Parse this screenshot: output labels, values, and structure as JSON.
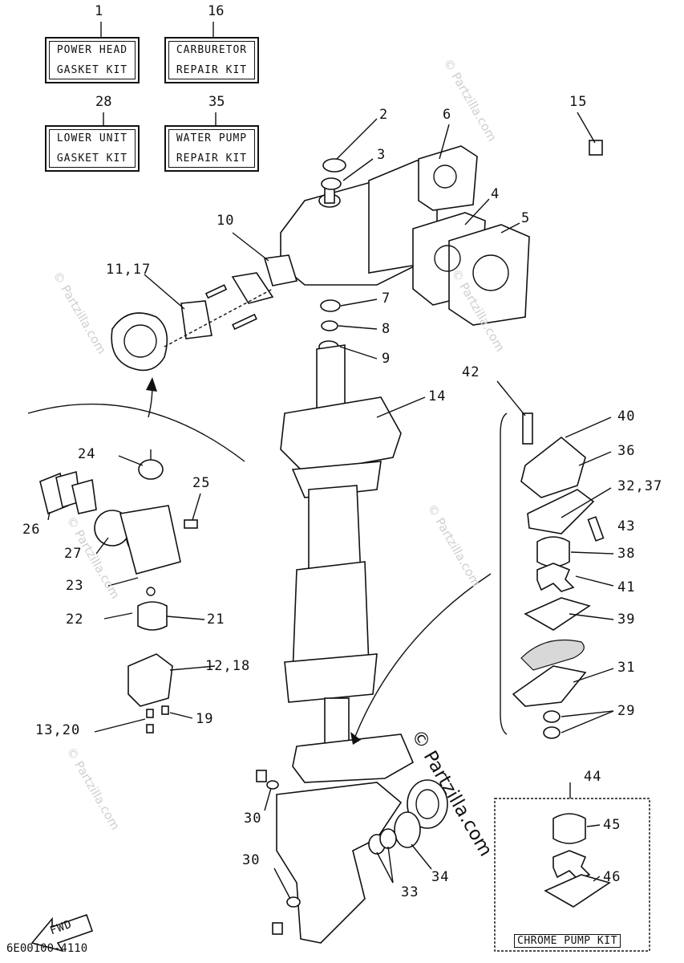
{
  "kits": [
    {
      "number": "1",
      "line1": "POWER HEAD",
      "line2": "GASKET KIT"
    },
    {
      "number": "16",
      "line1": "CARBURETOR",
      "line2": "REPAIR KIT"
    },
    {
      "number": "28",
      "line1": "LOWER UNIT",
      "line2": "GASKET KIT"
    },
    {
      "number": "35",
      "line1": "WATER PUMP",
      "line2": "REPAIR KIT"
    }
  ],
  "callouts": [
    "2",
    "3",
    "6",
    "15",
    "4",
    "5",
    "10",
    "11,17",
    "7",
    "8",
    "9",
    "42",
    "14",
    "40",
    "36",
    "24",
    "25",
    "32,37",
    "43",
    "26",
    "38",
    "27",
    "41",
    "23",
    "39",
    "21",
    "22",
    "12,18",
    "31",
    "29",
    "19",
    "13,20",
    "44",
    "30",
    "45",
    "30",
    "34",
    "33",
    "46"
  ],
  "chrome_pump_label": "CHROME PUMP KIT",
  "fwd_label": "FWD",
  "copyright": "© Partzilla.com",
  "watermark": "© Partzilla.com",
  "footer_code": "6E00100-4110"
}
